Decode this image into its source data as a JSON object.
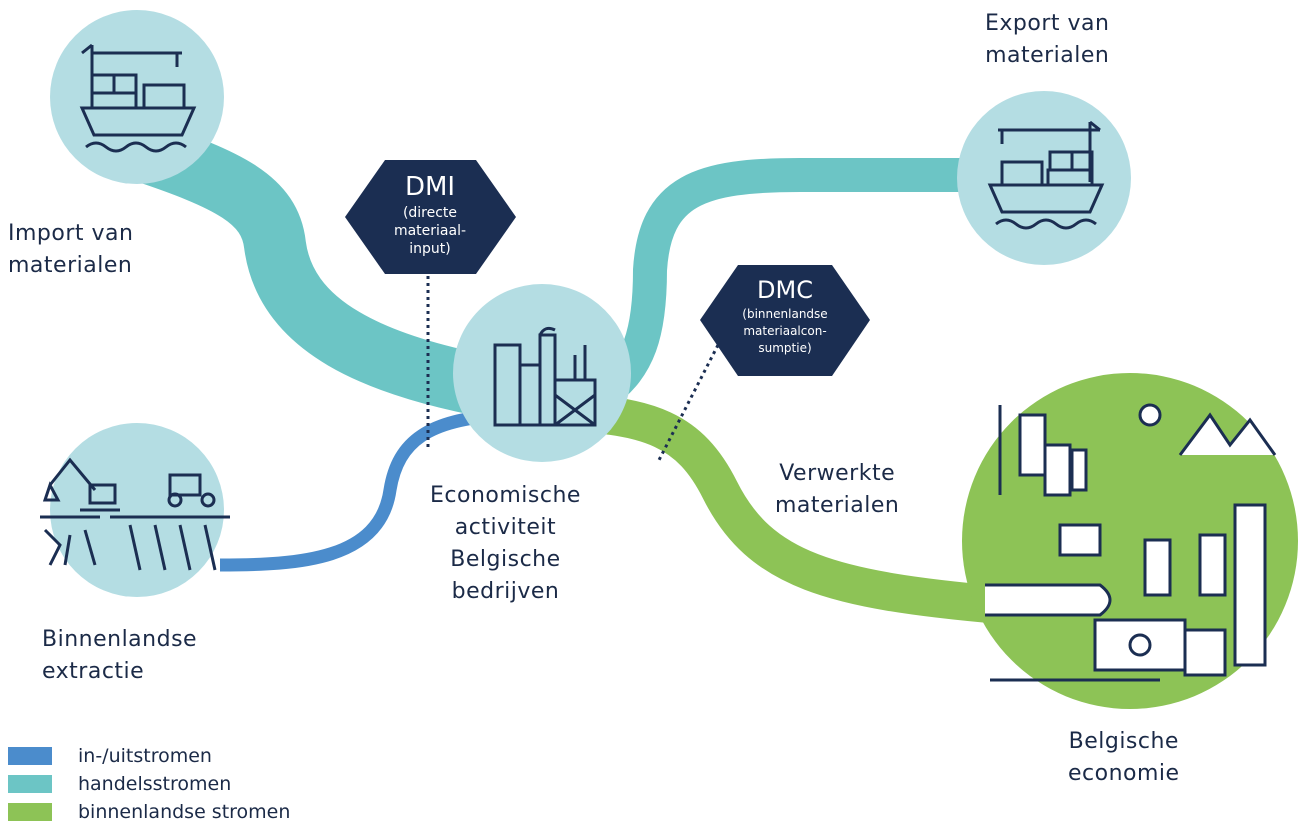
{
  "colors": {
    "navy": "#1b2e52",
    "teal": "#6cc5c5",
    "blue": "#4b8ccc",
    "green": "#8dc356",
    "circle": "#b4dde3",
    "text": "#1b2a47"
  },
  "nodes": {
    "import": {
      "line1": "Import van",
      "line2": "materialen",
      "icon": "cargo-ship-crane-icon"
    },
    "export": {
      "line1": "Export van",
      "line2": "materialen",
      "icon": "cargo-ship-crane-icon"
    },
    "extraction": {
      "line1": "Binnenlandse",
      "line2": "extractie",
      "icon": "excavator-farm-icon"
    },
    "activity": {
      "line1": "Economische",
      "line2": "activiteit",
      "line3": "Belgische",
      "line4": "bedrijven",
      "icon": "factory-icon"
    },
    "economy": {
      "line1": "Belgische",
      "line2": "economie",
      "icon": "city-icon"
    }
  },
  "indicators": {
    "dmi": {
      "title": "DMI",
      "line1": "(directe",
      "line2": "materiaal-",
      "line3": "input)"
    },
    "dmc": {
      "title": "DMC",
      "line1": "(binnenlandse",
      "line2": "materiaalcon-",
      "line3": "sumptie)"
    }
  },
  "flow_label": {
    "line1": "Verwerkte",
    "line2": "materialen"
  },
  "legend": [
    {
      "label": "in-/uitstromen",
      "color": "#4b8ccc"
    },
    {
      "label": "handelsstromen",
      "color": "#6cc5c5"
    },
    {
      "label": "binnenlandse stromen",
      "color": "#8dc356"
    }
  ]
}
